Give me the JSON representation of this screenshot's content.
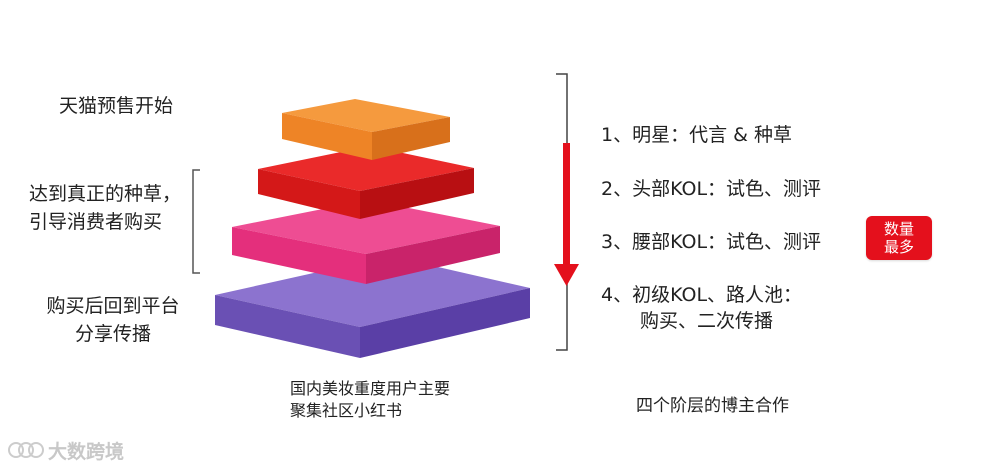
{
  "left_labels": {
    "top": "天猫预售开始",
    "middle_line1": "达到真正的种草，",
    "middle_line2": "引导消费者购买",
    "bottom_line1": "购买后回到平台",
    "bottom_line2": "分享传播"
  },
  "pyramid_caption": {
    "line1": "国内美妆重度用户主要",
    "line2": "聚集社区小红书"
  },
  "tiers": [
    "1、明星：代言 & 种草",
    "2、头部KOL：试色、测评",
    "3、腰部KOL：试色、测评",
    "4、初级KOL、路人池：",
    "购买、二次传播"
  ],
  "badge": {
    "line1": "数量",
    "line2": "最多"
  },
  "right_caption": "四个阶层的博主合作",
  "watermark": "大数跨境",
  "colors": {
    "layer1": "#f28a2c",
    "layer2": "#e4101c",
    "layer3": "#ea3a86",
    "layer4": "#8165c4",
    "arrow": "#e4101c",
    "bracket": "#444444"
  }
}
